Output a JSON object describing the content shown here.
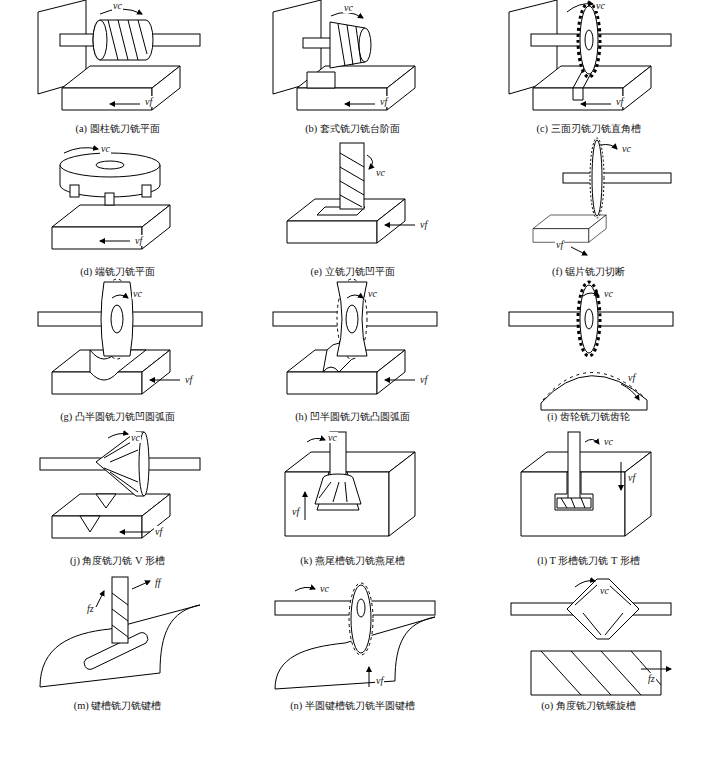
{
  "diagram": {
    "labels": [
      "(a) 圆柱铣刀铣平面",
      "(b) 套式铣刀铣台阶面",
      "(c) 三面刃铣刀铣直角槽",
      "(d) 端铣刀铣平面",
      "(e) 立铣刀铣凹平面",
      "(f) 锯片铣刀切断",
      "(g) 凸半圆铣刀铣凹圆弧面",
      "(h) 凹半圆铣刀铣凸圆弧面",
      "(i) 齿轮铣刀铣齿轮",
      "(j) 角度铣刀铣 V 形槽",
      "(k) 燕尾槽铣刀铣燕尾槽",
      "(l) T 形槽铣刀铣 T 形槽",
      "(m) 键槽铣刀铣键槽",
      "(n) 半圆键槽铣刀铣半圆键槽",
      "(o) 角度铣刀铣螺旋槽",
      "vc",
      "vf",
      "vc",
      "vf",
      "vc",
      "vf",
      "vc",
      "vf",
      "vc",
      "vf",
      "vc",
      "vf",
      "vc",
      "vf",
      "vc",
      "vf",
      "vc",
      "vf",
      "vc",
      "vf",
      "vc",
      "vf",
      "vc",
      "vf",
      "fz",
      "ff",
      "vc",
      "vf",
      "vc",
      "fz"
    ]
  }
}
